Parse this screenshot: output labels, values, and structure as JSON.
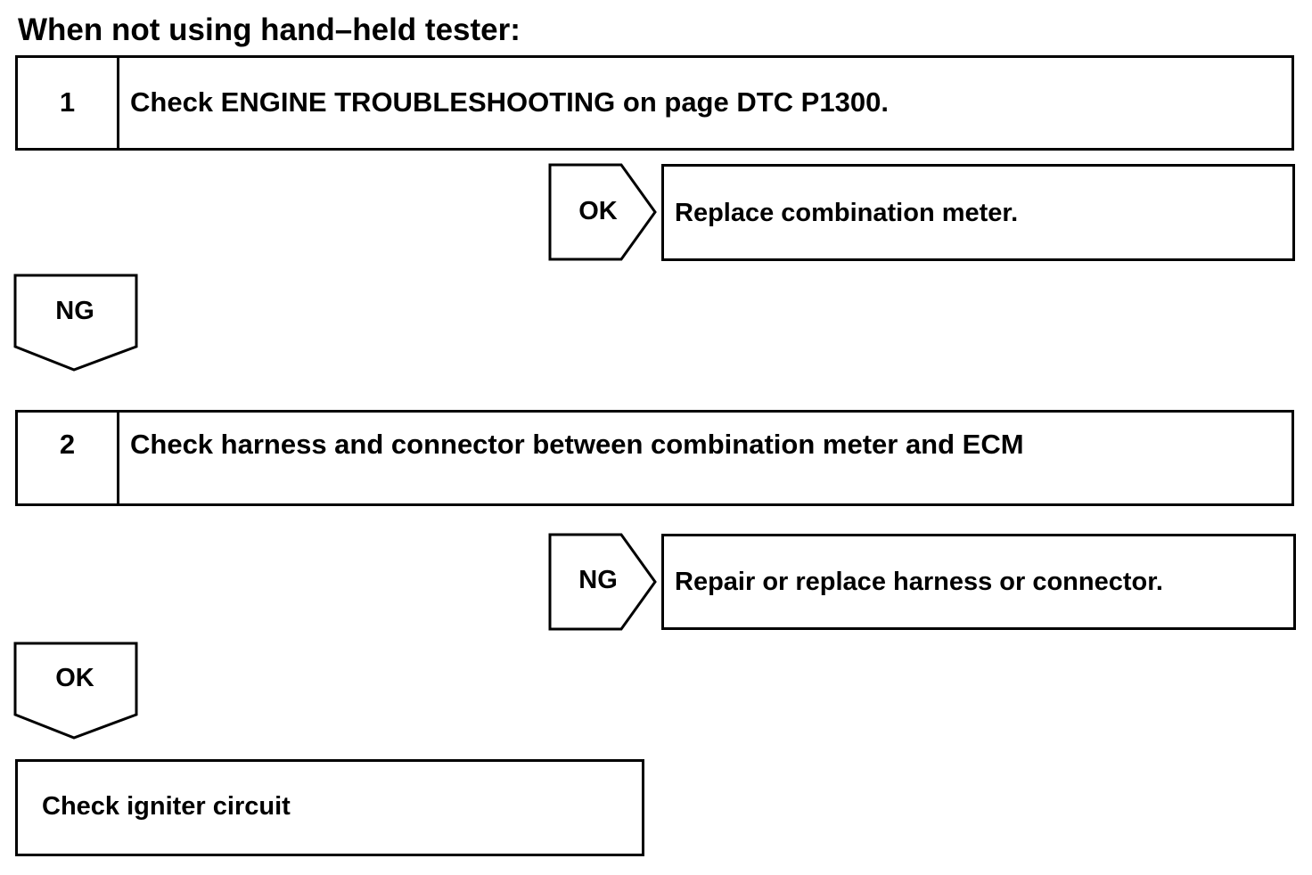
{
  "heading": "When not using hand–held tester:",
  "step1": {
    "number": "1",
    "text": "Check ENGINE TROUBLESHOOTING on page DTC P1300.",
    "branch_right": {
      "label": "OK",
      "result": "Replace combination meter."
    },
    "branch_down": {
      "label": "NG"
    }
  },
  "step2": {
    "number": "2",
    "text": "Check harness and connector between combination meter and ECM",
    "branch_right": {
      "label": "NG",
      "result": "Repair or replace harness or connector."
    },
    "branch_down": {
      "label": "OK"
    }
  },
  "final": {
    "text": "Check igniter circuit"
  }
}
